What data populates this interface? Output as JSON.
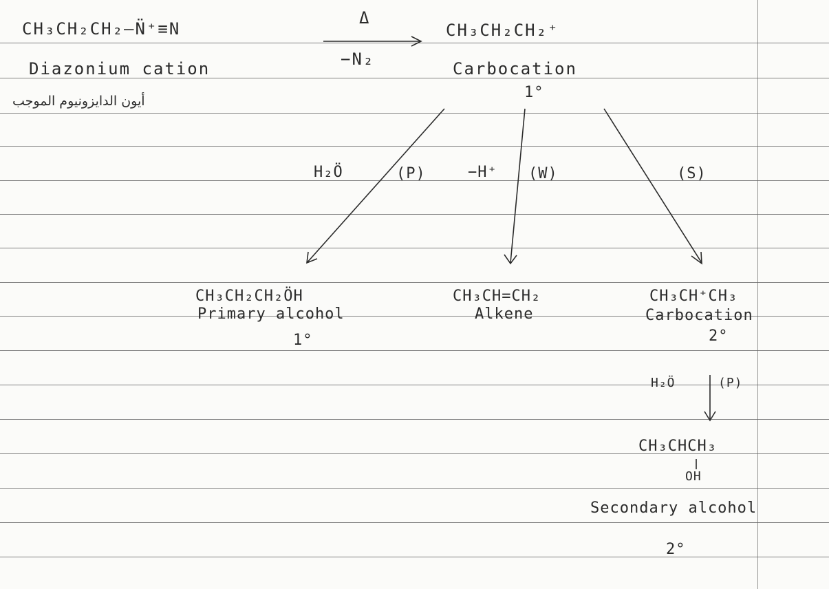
{
  "equation": {
    "diazonium_formula": "CH₃CH₂CH₂—N̈⁺≡N",
    "diazonium_name": "Diazonium cation",
    "diazonium_name_ar": "أيون الدايزونيوم الموجب",
    "arrow_top_label": "Δ",
    "arrow_bottom_label": "−N₂",
    "primary_carbocation_formula": "CH₃CH₂CH₂⁺",
    "primary_carbocation_name": "Carbocation",
    "primary_carbocation_degree": "1°"
  },
  "branches": {
    "left_reagent": "H₂Ö",
    "left_tag": "(P)",
    "middle_reagent": "−H⁺",
    "middle_tag": "(W)",
    "right_tag": "(S)"
  },
  "products": {
    "primary_alcohol_formula": "CH₃CH₂CH₂ÖH",
    "primary_alcohol_name": "Primary alcohol",
    "primary_alcohol_degree": "1°",
    "alkene_formula": "CH₃CH=CH₂",
    "alkene_name": "Alkene",
    "secondary_carbocation_formula": "CH₃CH⁺CH₃",
    "secondary_carbocation_name": "Carbocation",
    "secondary_carbocation_degree": "2°"
  },
  "final_step": {
    "reagent": "H₂Ö",
    "tag": "(P)",
    "formula": "CH₃CHCH₃",
    "oh_group": "OH",
    "name": "Secondary alcohol",
    "degree": "2°"
  }
}
